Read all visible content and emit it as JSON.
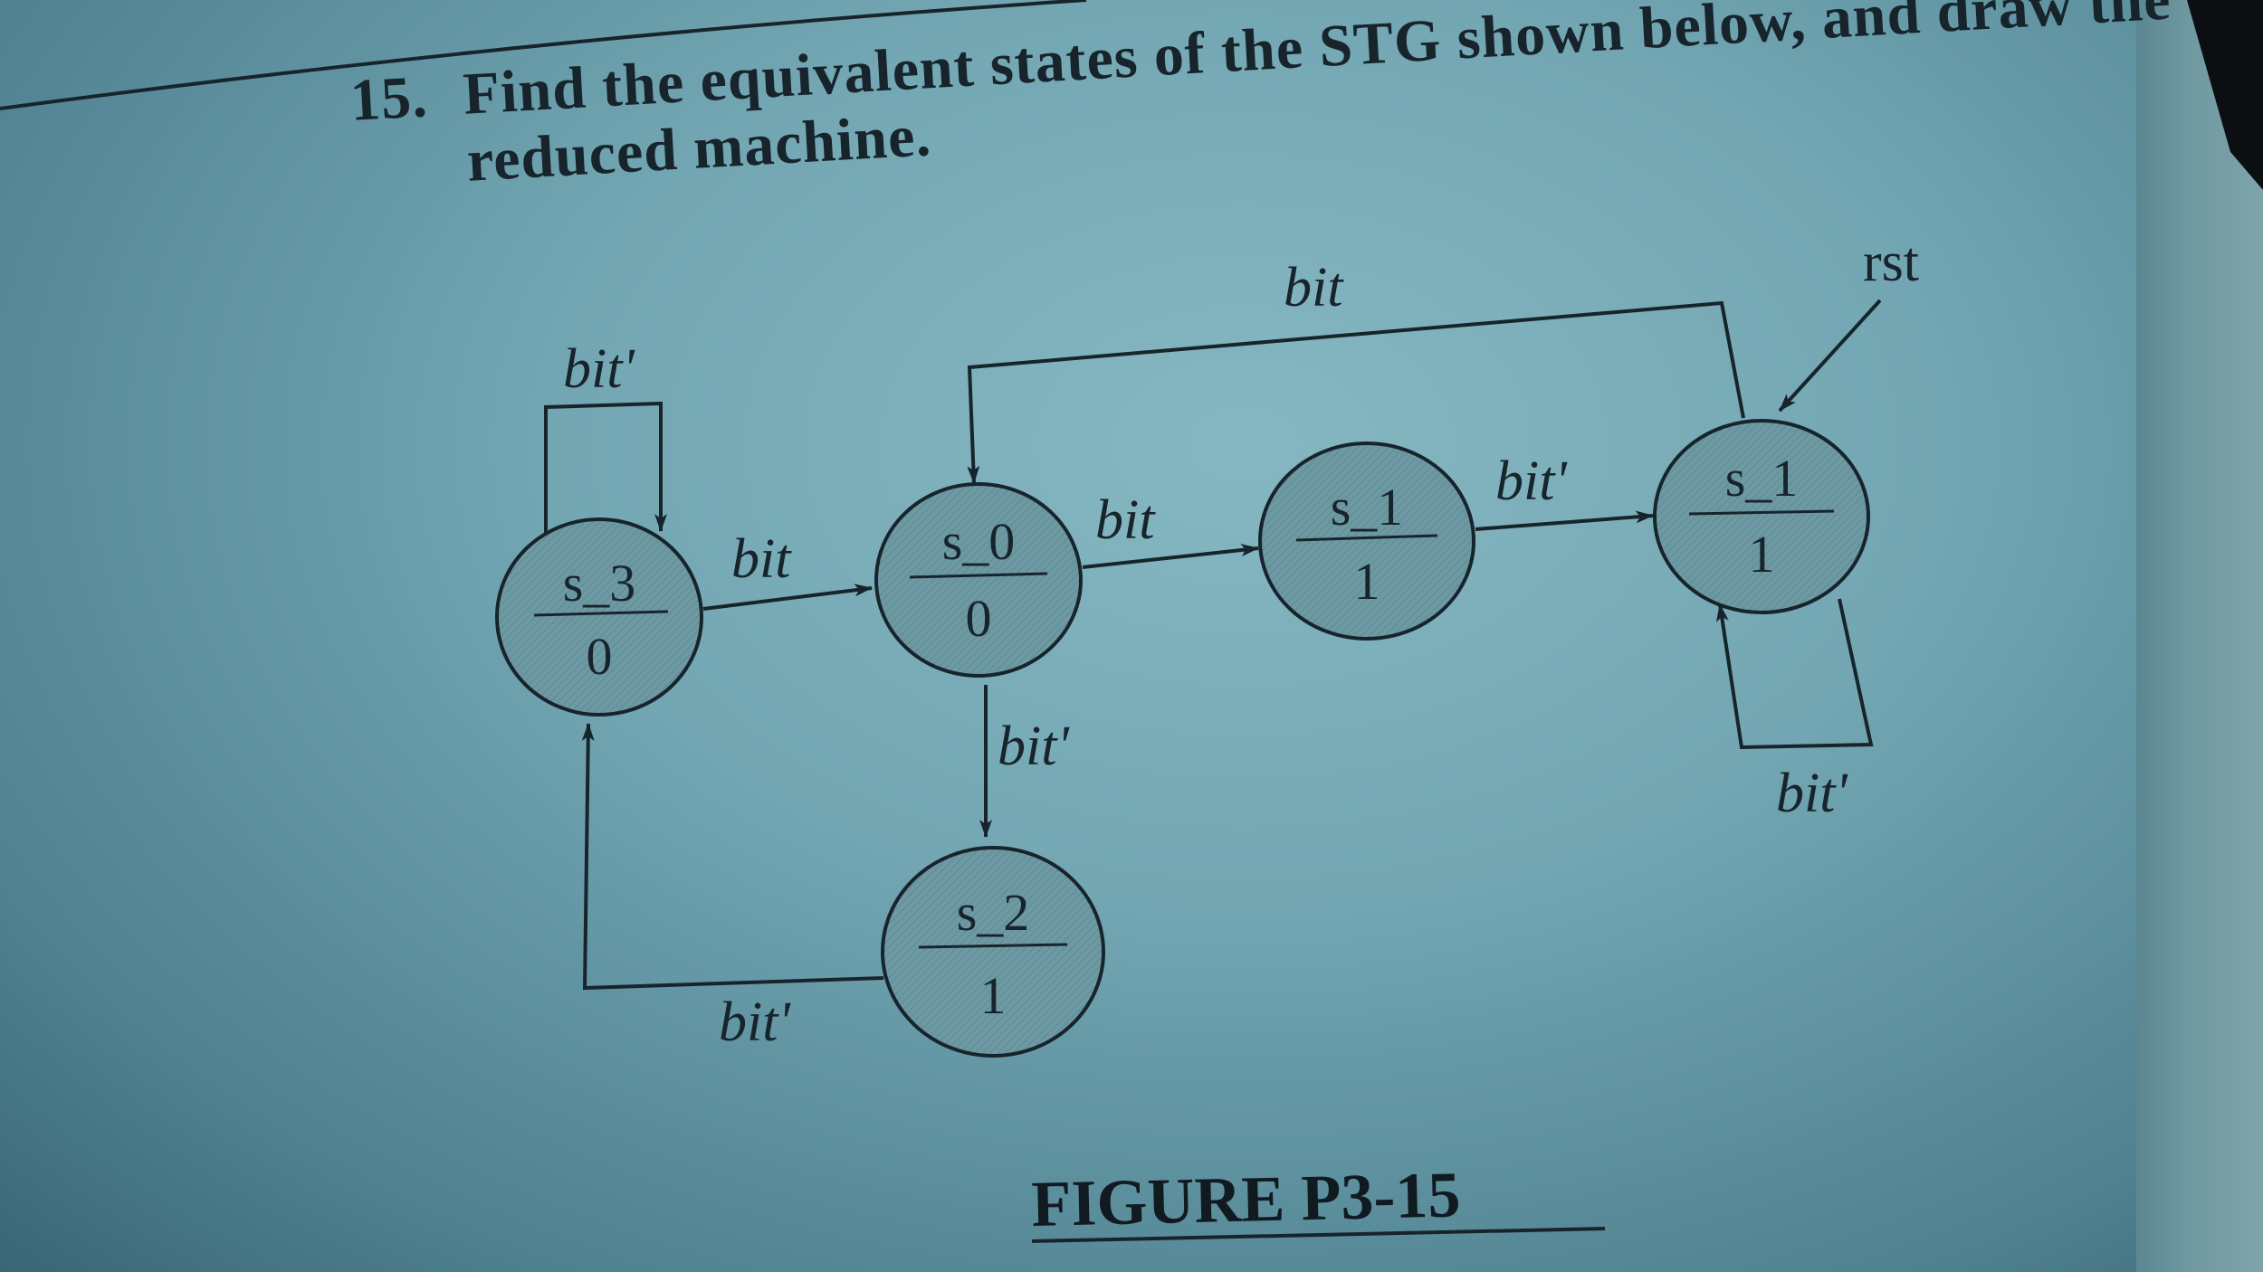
{
  "question": {
    "number": "15.",
    "line1": "Find the equivalent states of the STG shown below, and draw the",
    "line2": "reduced machine."
  },
  "figure_caption": "FIGURE P3-15",
  "diagram": {
    "states": [
      {
        "name": "s_3",
        "output": "0"
      },
      {
        "name": "s_0",
        "output": "0"
      },
      {
        "name": "s_1",
        "output": "1"
      },
      {
        "name": "s_1",
        "output": "1"
      },
      {
        "name": "s_2",
        "output": "1"
      }
    ],
    "reset_label": "rst",
    "transitions": [
      {
        "from": "s_3",
        "to": "s_3",
        "label": "bit'"
      },
      {
        "from": "s_3",
        "to": "s_0",
        "label": "bit"
      },
      {
        "from": "s_0",
        "to": "s_1",
        "label": "bit"
      },
      {
        "from": "s_1",
        "to": "s_1 (right)",
        "label": "bit'"
      },
      {
        "from": "s_1 (right)",
        "to": "s_0",
        "label": "bit"
      },
      {
        "from": "s_1 (right)",
        "to": "s_1 (right)",
        "label": "bit'"
      },
      {
        "from": "s_0",
        "to": "s_2",
        "label": "bit'"
      },
      {
        "from": "s_2",
        "to": "s_3",
        "label": "bit'"
      }
    ]
  },
  "colors": {
    "ink": "#18242c",
    "paper": "#7fb1bc",
    "state_fill": "#6d99a3"
  }
}
